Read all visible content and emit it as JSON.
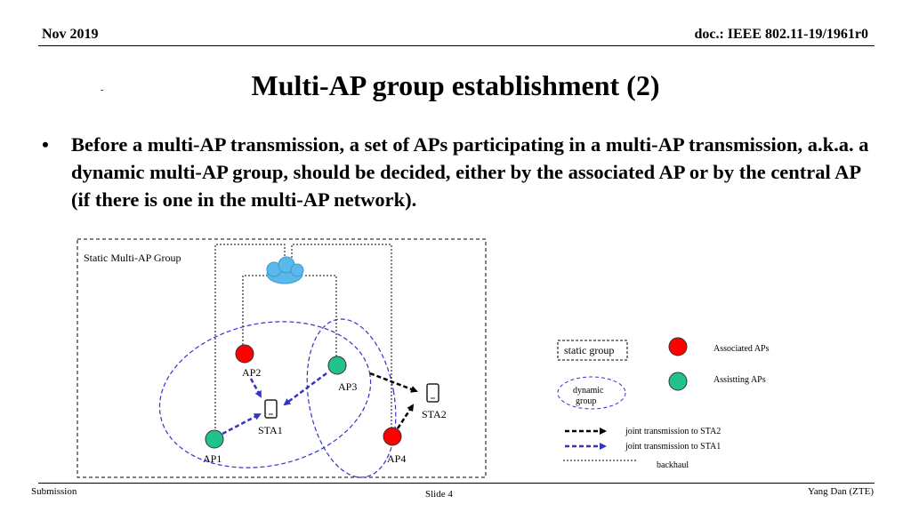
{
  "header": {
    "date": "Nov 2019",
    "doc": "doc.: IEEE 802.11-19/1961r0"
  },
  "title": "Multi-AP group establishment (2)",
  "stray_mark": "-",
  "bullet": {
    "mark": "•",
    "text": "Before a multi-AP transmission, a set of APs participating in a multi-AP transmission, a.k.a. a dynamic multi-AP group, should be decided, either by the associated AP or by the central AP (if there is one in the multi-AP network)."
  },
  "diagram": {
    "static_group_label": "Static Multi-AP Group",
    "nodes": {
      "ap1": {
        "label": "AP1",
        "role": "assisting"
      },
      "ap2": {
        "label": "AP2",
        "role": "associated"
      },
      "ap3": {
        "label": "AP3",
        "role": "assisting"
      },
      "ap4": {
        "label": "AP4",
        "role": "associated"
      },
      "sta1": {
        "label": "STA1"
      },
      "sta2": {
        "label": "STA2"
      }
    },
    "colors": {
      "associated": "#ff0000",
      "assisting": "#22c38a",
      "dynamic_group": "#3333cc",
      "jt_sta1": "#3333cc",
      "jt_sta2": "#000000",
      "cloud": "#5ab8ea"
    },
    "legend": {
      "static_group": "static group",
      "associated_aps": "Associated APs",
      "assisting_aps": "Assistting APs",
      "dynamic_group": "dynamic group",
      "jt_sta2": "joint transmission to STA2",
      "jt_sta1": "joint transmission to STA1",
      "backhaul": "backhaul"
    }
  },
  "footer": {
    "left": "Submission",
    "center": "Slide 4",
    "right": "Yang Dan (ZTE)"
  }
}
